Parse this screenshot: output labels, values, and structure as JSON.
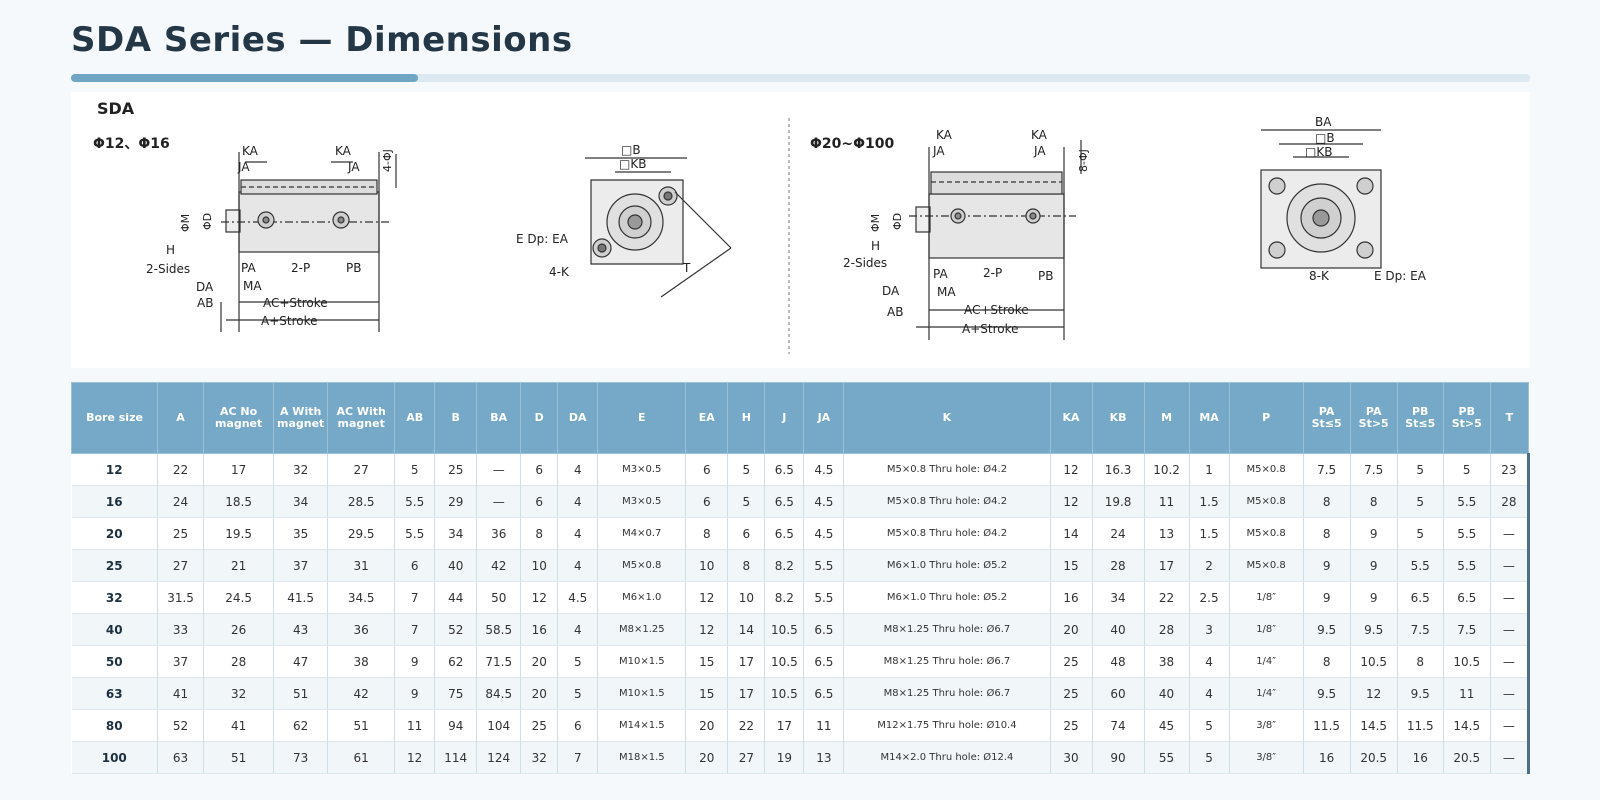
{
  "page_title": "SDA Series — Dimensions",
  "drawing": {
    "series_label": "SDA",
    "left_bore_label": "Φ12、Φ16",
    "right_bore_label": "Φ20~Φ100",
    "side_labels": {
      "KA": "KA",
      "JA": "JA",
      "4J": "4-ΦJ",
      "8J": "8-ΦJ",
      "M": "ΦM",
      "D": "ΦD",
      "H": "H",
      "sides": "2-Sides",
      "PA": "PA",
      "P": "2-P",
      "PB": "PB",
      "DA": "DA",
      "MA": "MA",
      "AB": "AB",
      "ACS": "AC+Stroke",
      "AS": "A+Stroke"
    },
    "front_labels": {
      "B": "□B",
      "KB": "□KB",
      "BA": "BA",
      "EDp": "E Dp: EA",
      "4K": "4-K",
      "8K": "8-K",
      "T": "T"
    }
  },
  "table": {
    "headers": [
      "Bore size",
      "A",
      "AC No magnet",
      "A With magnet",
      "AC With magnet",
      "AB",
      "B",
      "BA",
      "D",
      "DA",
      "E",
      "EA",
      "H",
      "J",
      "JA",
      "K",
      "KA",
      "KB",
      "M",
      "MA",
      "P",
      "PA St≤5",
      "PA St>5",
      "PB St≤5",
      "PB St>5",
      "T"
    ],
    "rows": [
      [
        "12",
        "22",
        "17",
        "32",
        "27",
        "5",
        "25",
        "—",
        "6",
        "4",
        "M3×0.5",
        "6",
        "5",
        "6.5",
        "4.5",
        "M5×0.8 Thru hole: Ø4.2",
        "12",
        "16.3",
        "10.2",
        "1",
        "M5×0.8",
        "7.5",
        "7.5",
        "5",
        "5",
        "23"
      ],
      [
        "16",
        "24",
        "18.5",
        "34",
        "28.5",
        "5.5",
        "29",
        "—",
        "6",
        "4",
        "M3×0.5",
        "6",
        "5",
        "6.5",
        "4.5",
        "M5×0.8 Thru hole: Ø4.2",
        "12",
        "19.8",
        "11",
        "1.5",
        "M5×0.8",
        "8",
        "8",
        "5",
        "5.5",
        "28"
      ],
      [
        "20",
        "25",
        "19.5",
        "35",
        "29.5",
        "5.5",
        "34",
        "36",
        "8",
        "4",
        "M4×0.7",
        "8",
        "6",
        "6.5",
        "4.5",
        "M5×0.8 Thru hole: Ø4.2",
        "14",
        "24",
        "13",
        "1.5",
        "M5×0.8",
        "8",
        "9",
        "5",
        "5.5",
        "—"
      ],
      [
        "25",
        "27",
        "21",
        "37",
        "31",
        "6",
        "40",
        "42",
        "10",
        "4",
        "M5×0.8",
        "10",
        "8",
        "8.2",
        "5.5",
        "M6×1.0 Thru hole: Ø5.2",
        "15",
        "28",
        "17",
        "2",
        "M5×0.8",
        "9",
        "9",
        "5.5",
        "5.5",
        "—"
      ],
      [
        "32",
        "31.5",
        "24.5",
        "41.5",
        "34.5",
        "7",
        "44",
        "50",
        "12",
        "4.5",
        "M6×1.0",
        "12",
        "10",
        "8.2",
        "5.5",
        "M6×1.0 Thru hole: Ø5.2",
        "16",
        "34",
        "22",
        "2.5",
        "1/8″",
        "9",
        "9",
        "6.5",
        "6.5",
        "—"
      ],
      [
        "40",
        "33",
        "26",
        "43",
        "36",
        "7",
        "52",
        "58.5",
        "16",
        "4",
        "M8×1.25",
        "12",
        "14",
        "10.5",
        "6.5",
        "M8×1.25 Thru hole: Ø6.7",
        "20",
        "40",
        "28",
        "3",
        "1/8″",
        "9.5",
        "9.5",
        "7.5",
        "7.5",
        "—"
      ],
      [
        "50",
        "37",
        "28",
        "47",
        "38",
        "9",
        "62",
        "71.5",
        "20",
        "5",
        "M10×1.5",
        "15",
        "17",
        "10.5",
        "6.5",
        "M8×1.25 Thru hole: Ø6.7",
        "25",
        "48",
        "38",
        "4",
        "1/4″",
        "8",
        "10.5",
        "8",
        "10.5",
        "—"
      ],
      [
        "63",
        "41",
        "32",
        "51",
        "42",
        "9",
        "75",
        "84.5",
        "20",
        "5",
        "M10×1.5",
        "15",
        "17",
        "10.5",
        "6.5",
        "M8×1.25 Thru hole: Ø6.7",
        "25",
        "60",
        "40",
        "4",
        "1/4″",
        "9.5",
        "12",
        "9.5",
        "11",
        "—"
      ],
      [
        "80",
        "52",
        "41",
        "62",
        "51",
        "11",
        "94",
        "104",
        "25",
        "6",
        "M14×1.5",
        "20",
        "22",
        "17",
        "11",
        "M12×1.75 Thru hole: Ø10.4",
        "25",
        "74",
        "45",
        "5",
        "3/8″",
        "11.5",
        "14.5",
        "11.5",
        "14.5",
        "—"
      ],
      [
        "100",
        "63",
        "51",
        "73",
        "61",
        "12",
        "114",
        "124",
        "32",
        "7",
        "M18×1.5",
        "20",
        "27",
        "19",
        "13",
        "M14×2.0 Thru hole: Ø12.4",
        "30",
        "90",
        "55",
        "5",
        "3/8″",
        "16",
        "20.5",
        "16",
        "20.5",
        "—"
      ]
    ]
  }
}
